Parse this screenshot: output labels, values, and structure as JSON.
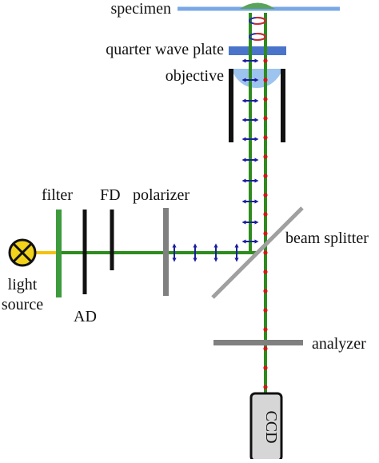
{
  "labels": {
    "specimen": "specimen",
    "quarter_wave_plate": "quarter wave plate",
    "objective": "objective",
    "filter": "filter",
    "fd": "FD",
    "polarizer": "polarizer",
    "beam_splitter": "beam splitter",
    "light": "light",
    "source": "source",
    "ad": "AD",
    "analyzer": "analyzer",
    "ccd": "CCD"
  },
  "colors": {
    "beam": "#2e8b1e",
    "light_source_fill": "#f2d21a",
    "light_source_lead": "#f4c20d",
    "polarization_arrows": "#1b1f9e",
    "return_dots": "#d8141c",
    "specimen_slide": "#79a8e6",
    "specimen_drop": "#5aa35a",
    "quarter_wave_plate": "#4a74c9",
    "objective_lens": "#9cc4ee",
    "objective_barrel": "#111111",
    "apertures": "#111111",
    "filter": "#3d9b3d",
    "gray_elements": "#808080",
    "ccd_fill": "#d6d6d6",
    "circular_arrows": [
      "#d42a2a",
      "#2a2aa8"
    ]
  },
  "icons": {
    "light_source": "x-lamp-icon",
    "circular_polarization": "circular-arrow-icon"
  }
}
